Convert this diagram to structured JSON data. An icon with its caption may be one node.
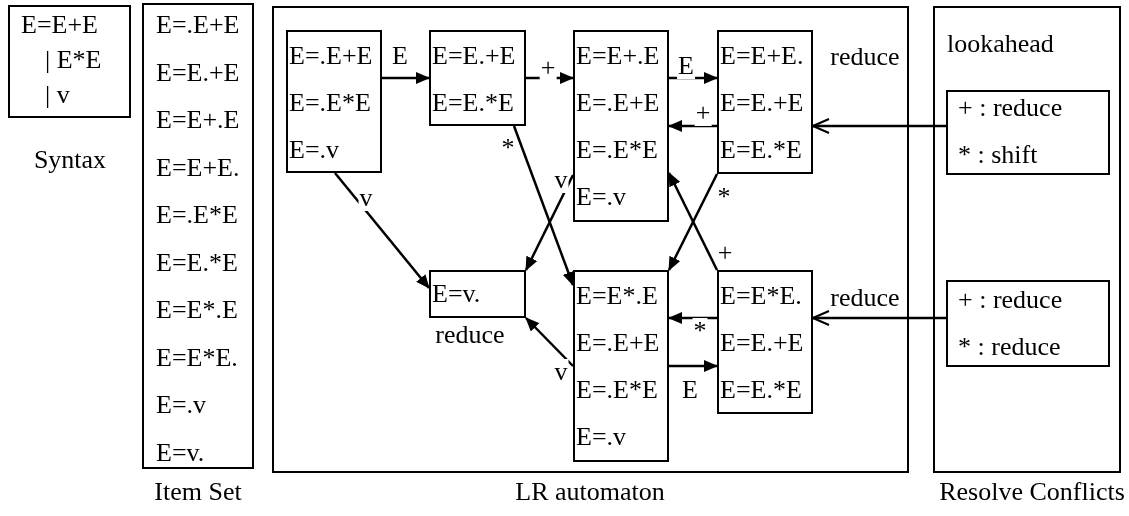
{
  "diagram": {
    "nodes": [
      {
        "text": [
          "E=E+E",
          "| E*E",
          "| v"
        ],
        "beside": [
          "Syntax"
        ]
      },
      {
        "text": [
          "E=.E+E",
          "E=E.+E",
          "E=E+.E",
          "E=E+E.",
          "E=.E*E",
          "E=E.*E",
          "E=E*.E",
          "E=E*E.",
          "E=.v",
          "E=v."
        ],
        "beside": [
          "Item Set"
        ]
      },
      {
        "text": [],
        "shape": "box",
        "beside": [
          "LR automaton"
        ]
      },
      {
        "text": [
          "E=.E+E",
          "E=.E*E",
          "E=.v"
        ],
        "in": 2
      },
      {
        "text": [
          "E=E.+E",
          "E=E.*E"
        ],
        "in": 2
      },
      {
        "text": [
          "E=E+.E",
          "E=.E+E",
          "E=.E*E",
          "E=.v"
        ],
        "in": 2
      },
      {
        "text": [
          "E=E+E.",
          "E=E.+E",
          "E=E.*E"
        ],
        "in": 2,
        "beside": [
          "reduce"
        ]
      },
      {
        "text": [
          "E=v."
        ],
        "in": 2,
        "beside": [
          "reduce"
        ]
      },
      {
        "text": [
          "E=E*.E",
          "E=.E+E",
          "E=.E*E",
          "E=.v"
        ],
        "in": 2
      },
      {
        "text": [
          "E=E*E.",
          "E=E.+E",
          "E=E.*E"
        ],
        "in": 2,
        "beside": [
          "reduce"
        ]
      },
      {
        "text": [
          "lookahead"
        ],
        "beside": [
          "Resolve Conflicts"
        ]
      },
      {
        "text": [
          "+ : reduce",
          "* : shift"
        ],
        "in": 10
      },
      {
        "text": [
          "+ : reduce",
          "* : reduce"
        ],
        "in": 10
      }
    ],
    "edges": [
      {
        "from": 3,
        "to": 4,
        "arrow": "to",
        "label": "E"
      },
      {
        "from": 4,
        "to": 5,
        "arrow": "to",
        "label": "+"
      },
      {
        "from": 5,
        "to": 6,
        "arrow": "to",
        "label": "E"
      },
      {
        "from": 6,
        "to": 5,
        "arrow": "to",
        "label": "+"
      },
      {
        "from": 3,
        "to": 7,
        "arrow": "to",
        "label": "v"
      },
      {
        "from": 4,
        "to": 8,
        "arrow": "to",
        "label": "*"
      },
      {
        "from": 5,
        "to": 7,
        "arrow": "to",
        "label": "v"
      },
      {
        "from": 6,
        "to": 8,
        "arrow": "to",
        "label": "*"
      },
      {
        "from": 9,
        "to": 5,
        "arrow": "to",
        "label": "+"
      },
      {
        "from": 8,
        "to": 7,
        "arrow": "to",
        "label": "v"
      },
      {
        "from": 9,
        "to": 8,
        "arrow": "to",
        "label": "*"
      },
      {
        "from": 8,
        "to": 9,
        "arrow": "to",
        "label": "E"
      },
      {
        "from": 11,
        "to": 6,
        "arrow": "to"
      },
      {
        "from": 12,
        "to": 9,
        "arrow": "to"
      }
    ]
  }
}
